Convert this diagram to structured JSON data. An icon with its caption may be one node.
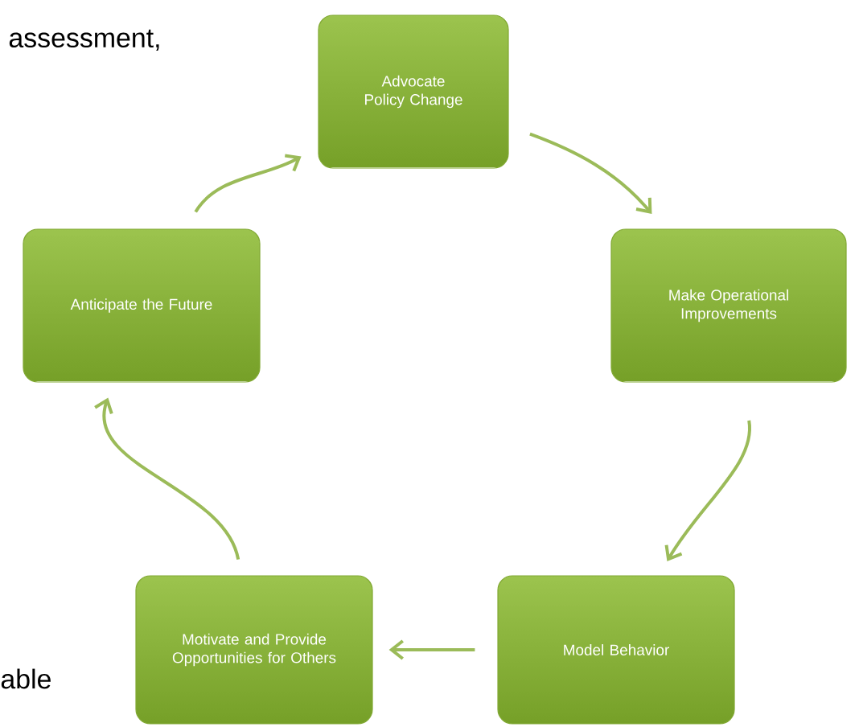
{
  "diagram": {
    "nodes": [
      {
        "text": [
          "Advocate Policy Change"
        ]
      },
      {
        "text": [
          "Make Operational Improvements"
        ]
      },
      {
        "text": [
          "Model Behavior"
        ]
      },
      {
        "text": [
          "Motivate and Provide Opportunities for Others"
        ]
      },
      {
        "text": [
          "Anticipate the Future"
        ]
      }
    ],
    "edges": [
      {
        "from": 0,
        "to": 1,
        "arrow": "to"
      },
      {
        "from": 1,
        "to": 2,
        "arrow": "to"
      },
      {
        "from": 2,
        "to": 3,
        "arrow": "to"
      },
      {
        "from": 3,
        "to": 4,
        "arrow": "to"
      },
      {
        "from": 4,
        "to": 0,
        "arrow": "to"
      }
    ],
    "labels": [
      "assessment,",
      "able"
    ]
  }
}
